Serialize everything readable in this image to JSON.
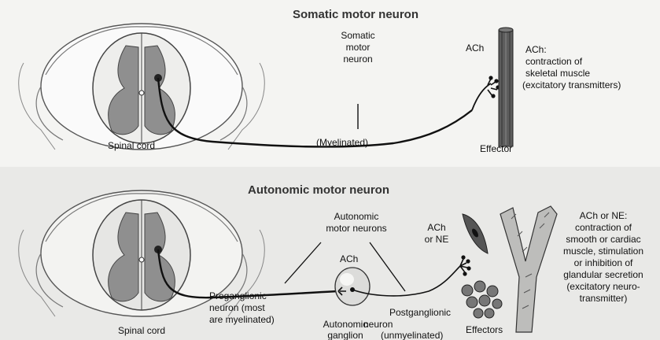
{
  "somatic": {
    "title": "Somatic motor neuron",
    "neuron_label_1": "Somatic",
    "neuron_label_2": "motor",
    "neuron_label_3": "neuron",
    "myelinated": "(Myelinated)",
    "spinal_cord": "Spinal cord",
    "ach": "ACh",
    "effector": "Effector",
    "desc_1": "ACh:",
    "desc_2": "contraction of",
    "desc_3": "skeletal muscle",
    "desc_4": "(excitatory transmitters)"
  },
  "autonomic": {
    "title": "Autonomic motor neuron",
    "neurons_1": "Autonomic",
    "neurons_2": "motor neurons",
    "ach_top": "ACh",
    "ach_or_ne_1": "ACh",
    "ach_or_ne_2": "or NE",
    "pre_1": "Preganglionic",
    "pre_2": "neuron (most",
    "pre_3": "are myelinated)",
    "ganglion_1": "Autonomic",
    "ganglion_2": "ganglion",
    "post_1": "Postganglionic",
    "post_2": "neuron",
    "post_3": "(unmyelinated)",
    "spinal_cord": "Spinal cord",
    "effectors": "Effectors",
    "desc_1": "ACh or NE:",
    "desc_2": "contraction of",
    "desc_3": "smooth or cardiac",
    "desc_4": "muscle, stimulation",
    "desc_5": "or inhibition of",
    "desc_6": "glandular secretion",
    "desc_7": "(excitatory neuro-",
    "desc_8": "transmitter)"
  }
}
